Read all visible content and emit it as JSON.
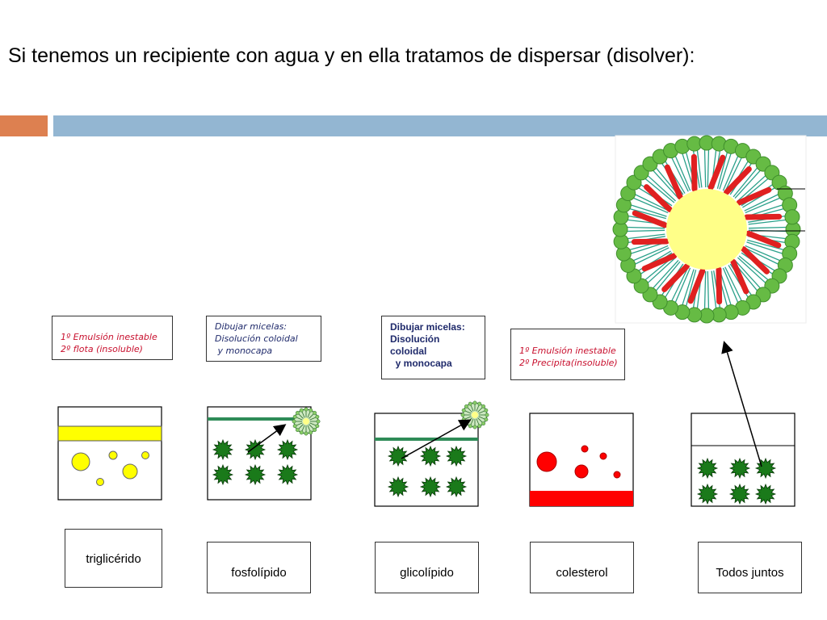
{
  "title": "Si tenemos un recipiente con agua y en ella tratamos de dispersar (disolver):",
  "notes": {
    "trigliceride": [
      "1º Emulsión inestable",
      "2º flota (insoluble)"
    ],
    "fosfolipido": [
      "Dibujar micelas:",
      "Disolución coloidal",
      " y monocapa"
    ],
    "glicolipido": [
      "Dibujar micelas:",
      "Disolución",
      "coloidal",
      "  y monocapa"
    ],
    "colesterol": [
      "1º Emulsión inestable",
      "2º Precipita(insoluble)"
    ]
  },
  "labels": {
    "trigliceride": "triglicérido",
    "fosfolipido": "fosfolípido",
    "glicolipido": "glicolípido",
    "colesterol": "colesterol",
    "todos": "Todos juntos"
  },
  "colors": {
    "orange_band": "#dd8050",
    "blue_band": "#93b6d2",
    "fat_yellow": "#ffff00",
    "star_green": "#1a7a1a",
    "membrane_green": "#2e8b57",
    "cholesterol_red": "#ff0000",
    "micelle_core": "#ffff88",
    "micelle_heads": "#66bb44",
    "micelle_red_tails": "#e02020"
  }
}
